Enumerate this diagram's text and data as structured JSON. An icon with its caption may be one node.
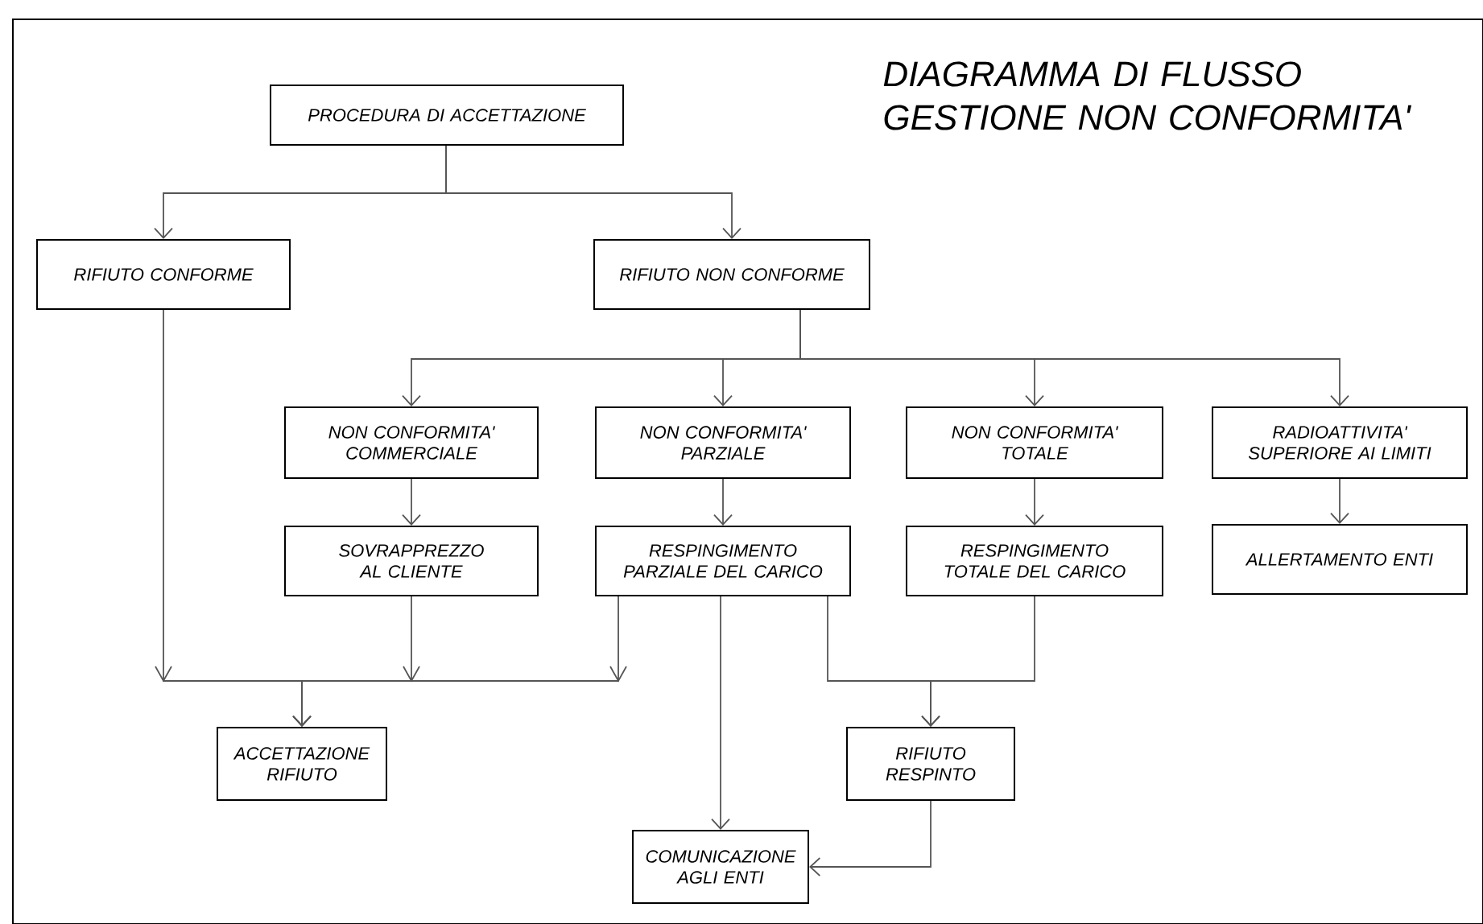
{
  "diagram": {
    "title": "DIAGRAMMA DI FLUSSO GESTIONE NON CONFORMITA'",
    "nodes": [
      {
        "text": [
          "PROCEDURA DI ACCETTAZIONE"
        ]
      },
      {
        "text": [
          "RIFIUTO CONFORME"
        ]
      },
      {
        "text": [
          "RIFIUTO NON CONFORME"
        ]
      },
      {
        "text": [
          "NON CONFORMITA' COMMERCIALE"
        ]
      },
      {
        "text": [
          "NON CONFORMITA' PARZIALE"
        ]
      },
      {
        "text": [
          "NON CONFORMITA' TOTALE"
        ]
      },
      {
        "text": [
          "RADIOATTIVITA' SUPERIORE AI LIMITI"
        ]
      },
      {
        "text": [
          "SOVRAPPREZZO AL CLIENTE"
        ]
      },
      {
        "text": [
          "RESPINGIMENTO PARZIALE DEL CARICO"
        ]
      },
      {
        "text": [
          "RESPINGIMENTO TOTALE DEL CARICO"
        ]
      },
      {
        "text": [
          "ALLERTAMENTO ENTI"
        ]
      },
      {
        "text": [
          "ACCETTAZIONE RIFIUTO"
        ]
      },
      {
        "text": [
          "RIFIUTO RESPINTO"
        ]
      },
      {
        "text": [
          "COMUNICAZIONE AGLI ENTI"
        ]
      }
    ],
    "edges": [
      {
        "from": 0,
        "to": 1,
        "arrow": "to"
      },
      {
        "from": 0,
        "to": 2,
        "arrow": "to"
      },
      {
        "from": 2,
        "to": 3,
        "arrow": "to"
      },
      {
        "from": 2,
        "to": 4,
        "arrow": "to"
      },
      {
        "from": 2,
        "to": 5,
        "arrow": "to"
      },
      {
        "from": 2,
        "to": 6,
        "arrow": "to"
      },
      {
        "from": 3,
        "to": 7,
        "arrow": "to"
      },
      {
        "from": 4,
        "to": 8,
        "arrow": "to"
      },
      {
        "from": 5,
        "to": 9,
        "arrow": "to"
      },
      {
        "from": 6,
        "to": 10,
        "arrow": "to"
      },
      {
        "from": 1,
        "to": 11,
        "arrow": "to"
      },
      {
        "from": 7,
        "to": 11,
        "arrow": "to"
      },
      {
        "from": 8,
        "to": 11,
        "arrow": "to"
      },
      {
        "from": 8,
        "to": 12,
        "arrow": "to"
      },
      {
        "from": 9,
        "to": 12,
        "arrow": "to"
      },
      {
        "from": 8,
        "to": 13,
        "arrow": "to"
      },
      {
        "from": 12,
        "to": 13,
        "arrow": "to"
      }
    ]
  }
}
